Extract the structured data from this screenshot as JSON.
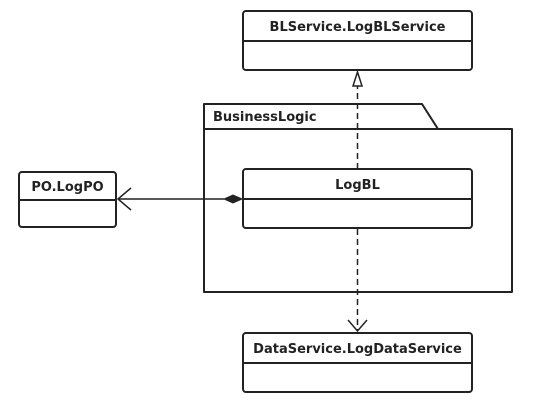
{
  "colors": {
    "line": "#222222",
    "background": "#ffffff"
  },
  "package": {
    "name": "BusinessLogic"
  },
  "classes": {
    "bl_service": {
      "name": "BLService.LogBLService"
    },
    "log_bl": {
      "name": "LogBL"
    },
    "log_po": {
      "name": "PO.LogPO"
    },
    "data_service": {
      "name": "DataService.LogDataService"
    }
  },
  "relations": [
    {
      "type": "realization",
      "from": "LogBL",
      "to": "BLService.LogBLService"
    },
    {
      "type": "composition",
      "from": "LogBL",
      "to": "PO.LogPO"
    },
    {
      "type": "dependency",
      "from": "LogBL",
      "to": "DataService.LogDataService"
    }
  ]
}
